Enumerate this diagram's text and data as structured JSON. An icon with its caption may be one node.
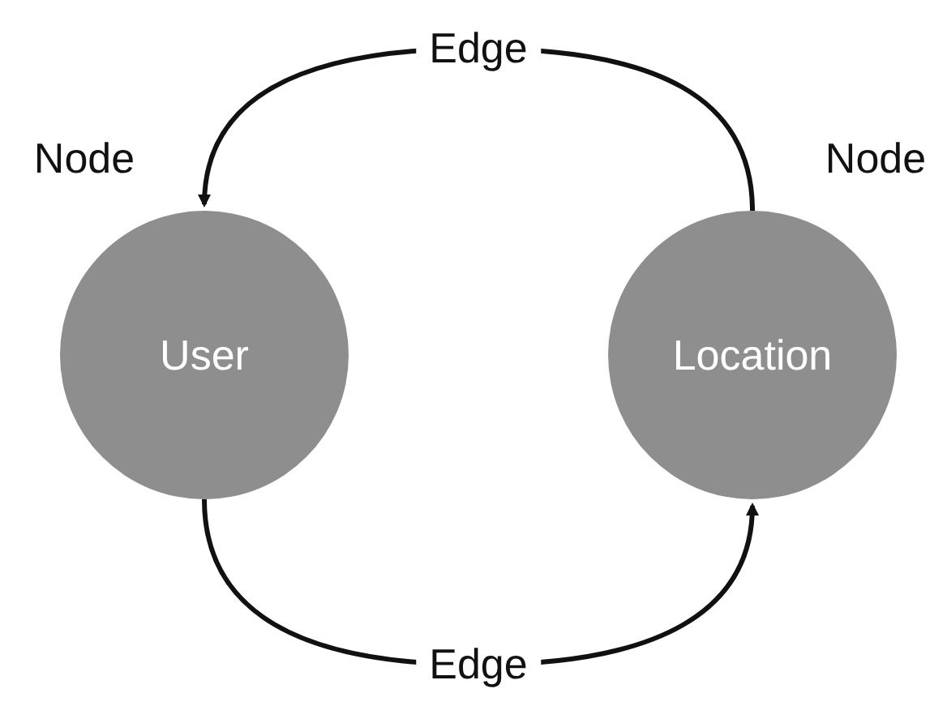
{
  "diagram": {
    "nodes": [
      {
        "text": [
          "User"
        ],
        "beside": [
          "Node"
        ]
      },
      {
        "text": [
          "Location"
        ],
        "beside": [
          "Node"
        ]
      }
    ],
    "edges": [
      {
        "from": 1,
        "to": 0,
        "arrow": "to",
        "label": "Edge"
      },
      {
        "from": 0,
        "to": 1,
        "arrow": "to",
        "label": "Edge"
      }
    ]
  }
}
